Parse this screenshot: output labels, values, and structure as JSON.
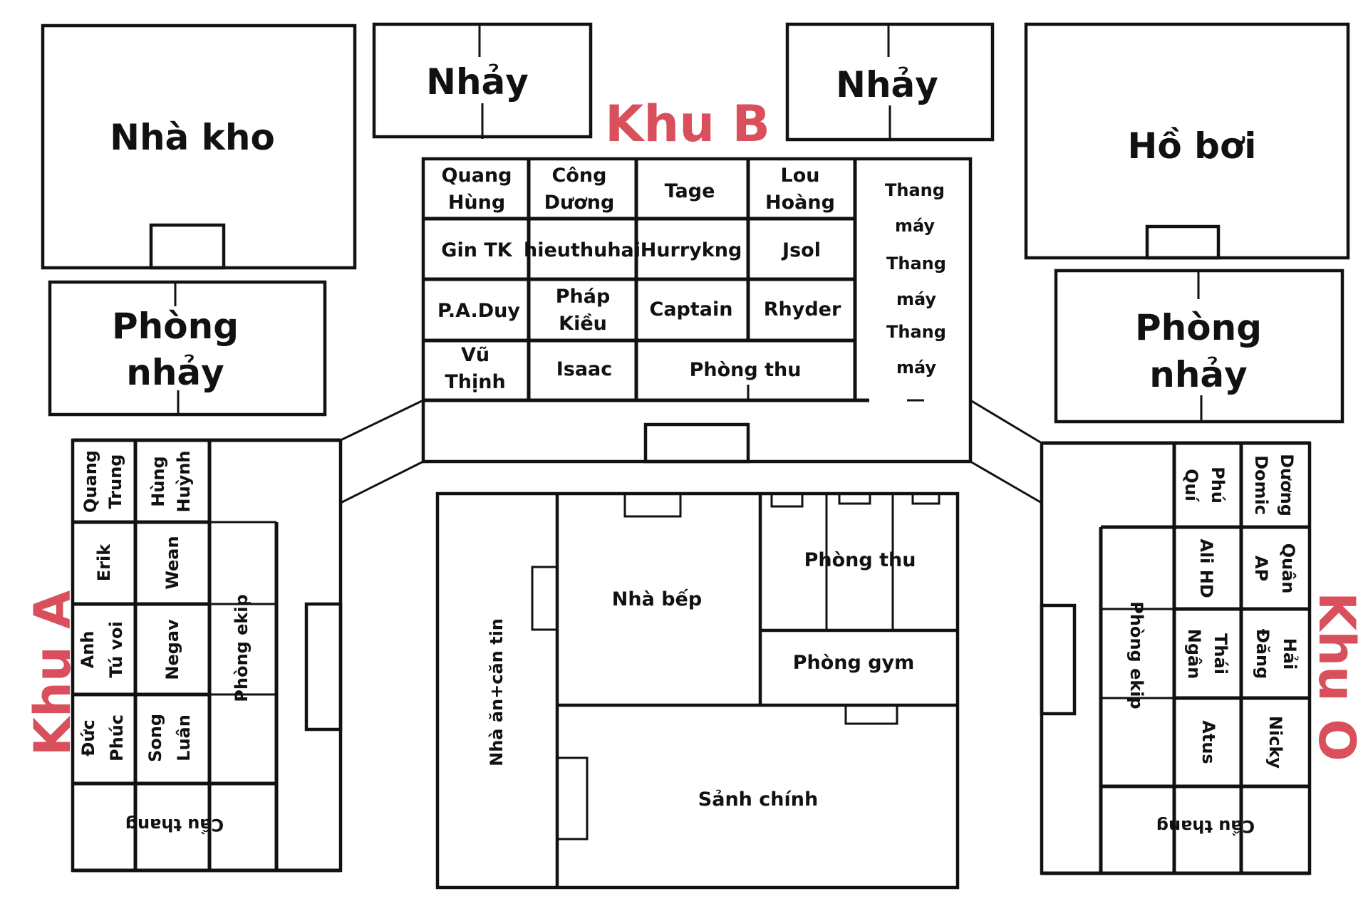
{
  "colors": {
    "zone_label": "#d94f5c",
    "line": "#111111"
  },
  "top": {
    "warehouse": "Nhà kho",
    "dance_left": "Nhảy",
    "dance_right": "Nhảy",
    "pool": "Hồ bơi",
    "dance_room_left": [
      "Phòng",
      "nhảy"
    ],
    "dance_room_right": [
      "Phòng",
      "nhảy"
    ]
  },
  "zones": {
    "a": "Khu A",
    "b": "Khu B",
    "o": "Khu O"
  },
  "khu_b": {
    "rooms": [
      [
        "Quang",
        "Hùng"
      ],
      [
        "Công",
        "Dương"
      ],
      [
        "Tage"
      ],
      [
        "Lou",
        "Hoàng"
      ],
      [
        "Gin TK"
      ],
      [
        "hieuthuhai"
      ],
      [
        "Hurrykng"
      ],
      [
        "Jsol"
      ],
      [
        "P.A.Duy"
      ],
      [
        "Pháp",
        "Kiều"
      ],
      [
        "Captain"
      ],
      [
        "Rhyder"
      ],
      [
        "Vũ",
        "Thịnh"
      ],
      [
        "Isaac"
      ]
    ],
    "studio": "Phòng thu",
    "elevator": [
      "Thang",
      "máy",
      "Thang",
      "máy",
      "Thang",
      "máy"
    ]
  },
  "khu_a": {
    "rooms": [
      [
        "Quang",
        "Trung"
      ],
      [
        "Hùng",
        "Huỳnh"
      ],
      [
        "Erik"
      ],
      [
        "Wean"
      ],
      [
        "Anh",
        "Tú voi"
      ],
      [
        "Negav"
      ],
      [
        "Đức",
        "Phúc"
      ],
      [
        "Song",
        "Luân"
      ]
    ],
    "crew_room": "Phòng ekip",
    "stairs": "Cầu thang"
  },
  "khu_o": {
    "rooms": [
      [
        "Phú",
        "Quí"
      ],
      [
        "Dương",
        "Domic"
      ],
      [
        "Ali HD"
      ],
      [
        "Quân",
        "AP"
      ],
      [
        "Thái",
        "Ngân"
      ],
      [
        "Hải",
        "Đăng"
      ],
      [
        "Atus"
      ],
      [
        "Nicky"
      ]
    ],
    "crew_room": "Phòng ekip",
    "stairs": "Cầu thang"
  },
  "center": {
    "dining": "Nhà ăn+căn tin",
    "kitchen": "Nhà bếp",
    "studio": "Phòng thu",
    "gym": "Phòng gym",
    "lobby": "Sảnh chính"
  }
}
